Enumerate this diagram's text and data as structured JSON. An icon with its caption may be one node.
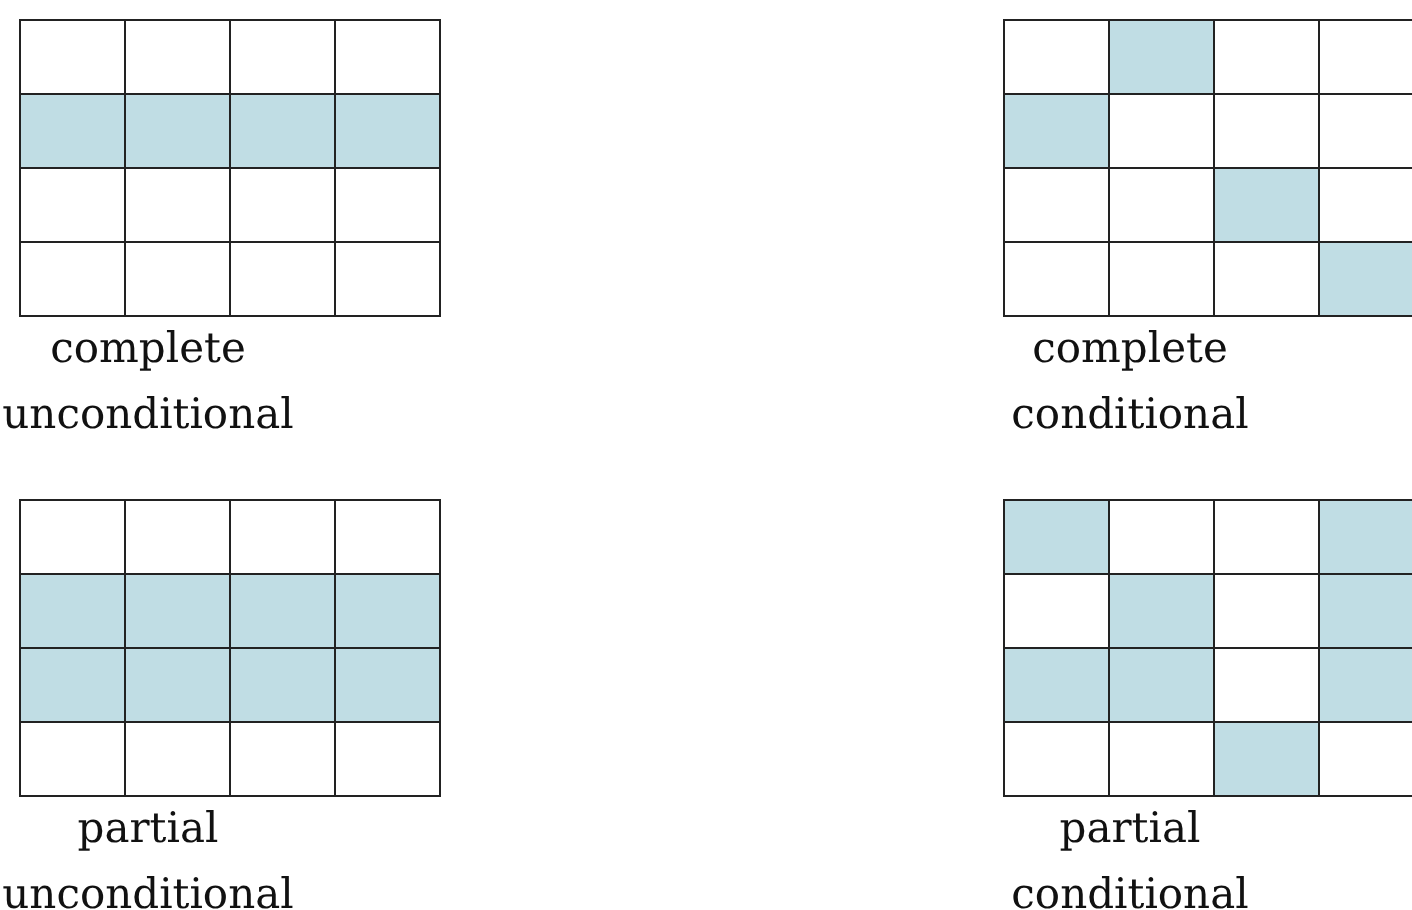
{
  "diagram": {
    "labels": [
      "complete unconditional",
      "complete conditional",
      "partial unconditional",
      "partial conditional"
    ]
  }
}
